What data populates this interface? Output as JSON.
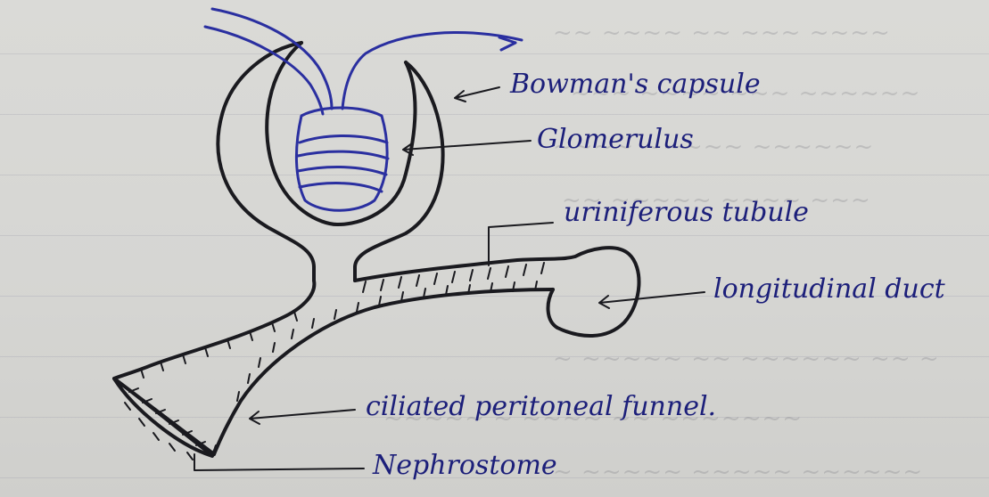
{
  "diagram": {
    "labels": {
      "bowmans_capsule": "Bowman's capsule",
      "glomerulus": "Glomerulus",
      "uriniferous_tubule": "uriniferous tubule",
      "longitudinal_duct": "longitudinal duct",
      "ciliated_peritoneal_funnel": "ciliated peritoneal funnel.",
      "nephrostome": "Nephrostome"
    },
    "colors": {
      "paper": "#d9d9d6",
      "ink": "#1a1a1f",
      "blue_ink": "#2a2fa0",
      "label_ink": "#1c1f7a"
    }
  }
}
